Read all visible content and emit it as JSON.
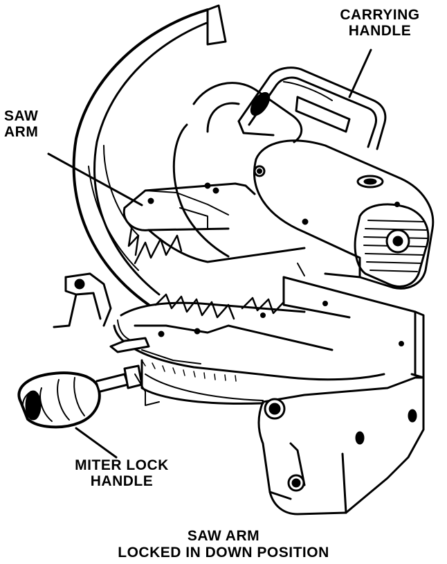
{
  "labels": {
    "carrying_handle": [
      "CARRYING",
      "HANDLE"
    ],
    "saw_arm": [
      "SAW",
      "ARM"
    ],
    "miter_lock_handle": [
      "MITER LOCK",
      "HANDLE"
    ]
  },
  "caption": [
    "SAW ARM",
    "LOCKED IN DOWN POSITION"
  ],
  "colors": {
    "ink": "#000000",
    "paper": "#ffffff"
  }
}
